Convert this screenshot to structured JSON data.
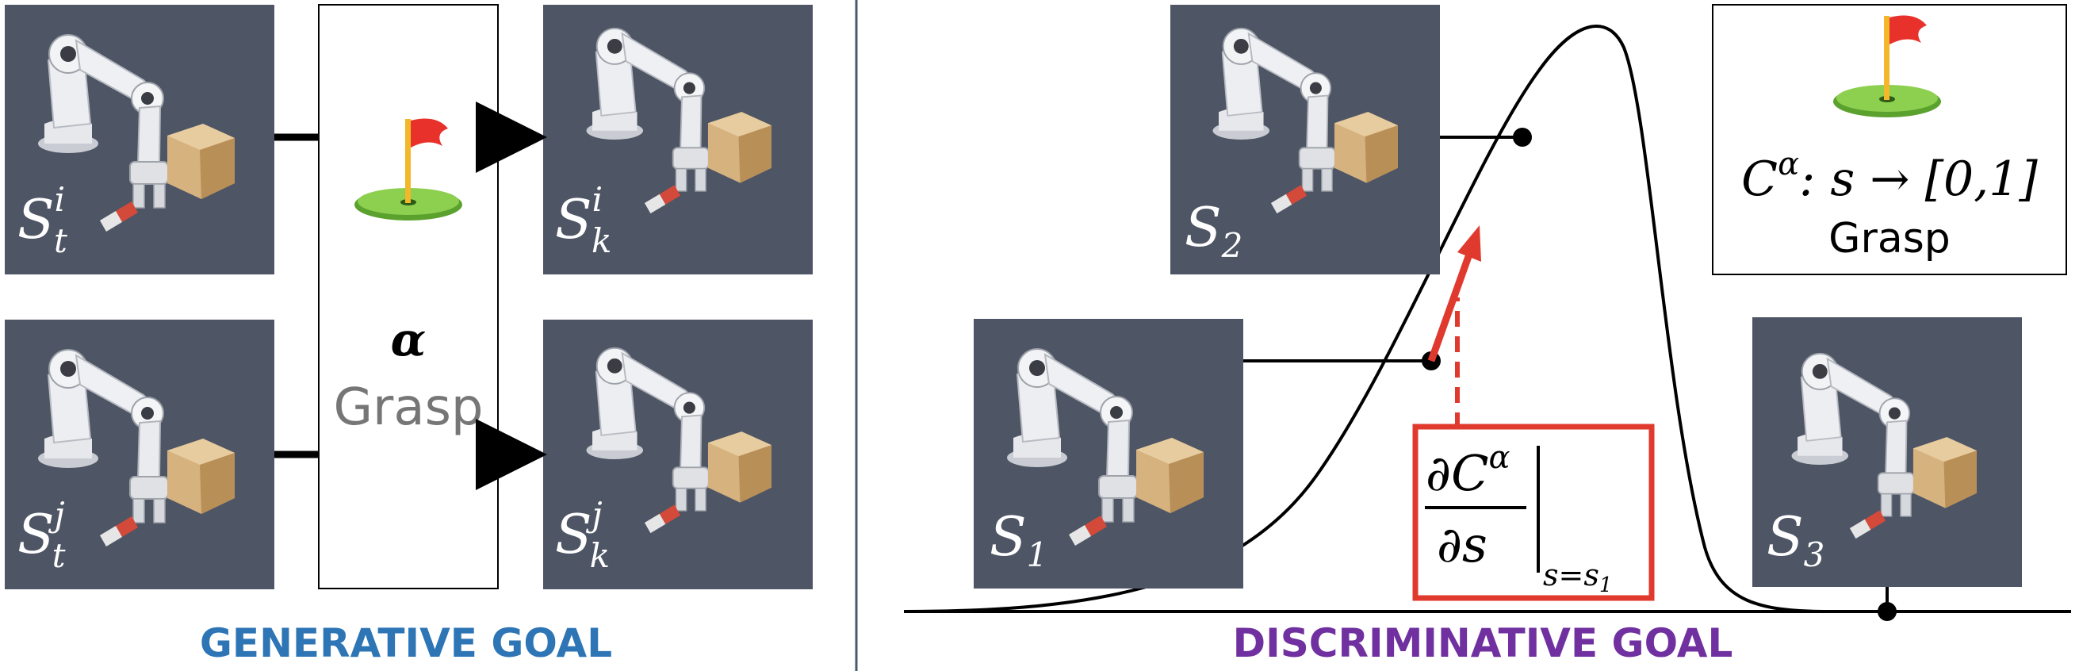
{
  "colors": {
    "panel_bg": "#4e5565",
    "generative_title": "#2e75b6",
    "discriminative_title": "#7030a0",
    "highlight_red": "#e03a2e",
    "curve": "#000000",
    "cube": "#d8b684",
    "flag": "#e8312a",
    "green": "#7cc243"
  },
  "generative": {
    "title": "GENERATIVE GOAL",
    "goal_symbol": "α",
    "goal_label": "Grasp",
    "goal_icon": "flag-on-green-icon",
    "states": [
      {
        "base": "S",
        "sup": "i",
        "sub": "t"
      },
      {
        "base": "S",
        "sup": "i",
        "sub": "k"
      },
      {
        "base": "S",
        "sup": "j",
        "sub": "t"
      },
      {
        "base": "S",
        "sup": "j",
        "sub": "k"
      }
    ]
  },
  "discriminative": {
    "title": "DISCRIMINATIVE GOAL",
    "states": [
      {
        "base": "S",
        "sub": "1"
      },
      {
        "base": "S",
        "sub": "2"
      },
      {
        "base": "S",
        "sub": "3"
      }
    ],
    "classifier": {
      "symbol": "C",
      "sup": "α",
      "mapping": ": s → [0,1]",
      "label": "Grasp",
      "icon": "flag-on-green-icon"
    },
    "gradient": {
      "numerator_prefix": "∂",
      "numerator_symbol": "C",
      "numerator_sup": "α",
      "denominator": "∂s",
      "eval_subscript": "s=s",
      "eval_sub_index": "1"
    }
  }
}
